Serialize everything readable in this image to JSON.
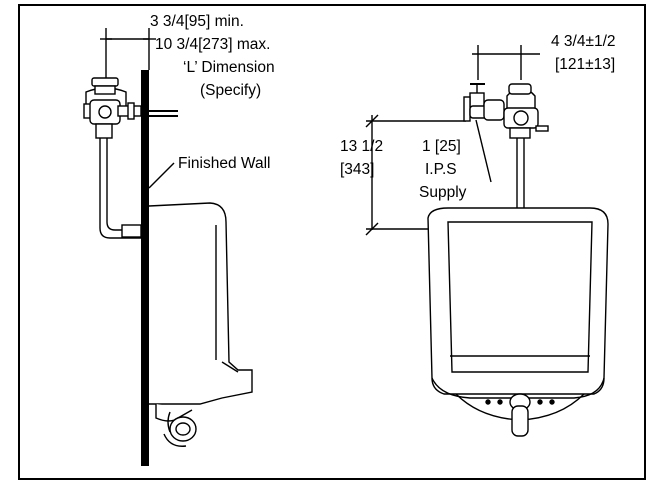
{
  "side_view": {
    "dim_min": "3 3/4[95] min.",
    "dim_max": "10 3/4[273] max.",
    "dim_l": "‘L’ Dimension",
    "dim_specify": "(Specify)",
    "wall_label": "Finished Wall"
  },
  "front_view": {
    "offset_line1": "4 3/4±1/2",
    "offset_line2": "[121±13]",
    "height_line1": "13 1/2",
    "height_line2": "[343]",
    "supply_line1": "1 [25]",
    "supply_line2": "I.P.S",
    "supply_line3": "Supply"
  }
}
